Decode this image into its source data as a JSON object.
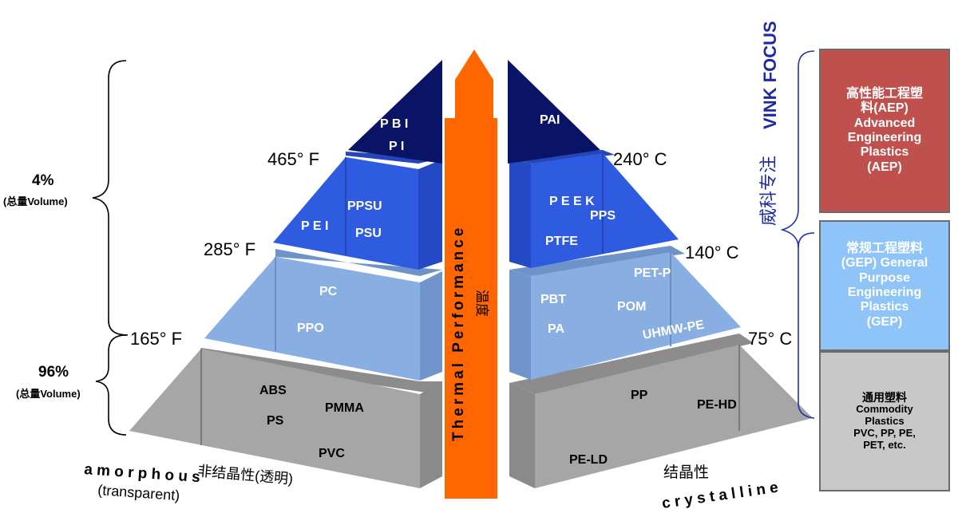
{
  "pyramid_left": {
    "tier1_labels": [
      "P B I",
      "P I"
    ],
    "tier2_labels": [
      "PPSU",
      "P E I",
      "PSU"
    ],
    "tier3_labels": [
      "PC",
      "PPO"
    ],
    "tier4_labels": [
      "ABS",
      "PMMA",
      "PS",
      "PVC"
    ]
  },
  "pyramid_right": {
    "tier1_labels": [
      "PAI"
    ],
    "tier2_labels": [
      "P E E K",
      "PPS",
      "PTFE"
    ],
    "tier3_labels": [
      "PET-P",
      "PBT",
      "POM",
      "PA",
      "UHMW-PE"
    ],
    "tier4_labels": [
      "PP",
      "PE-HD",
      "PE-LD"
    ]
  },
  "temperatures": {
    "f465": "465°  F",
    "f285": "285°  F",
    "f165": "165°  F",
    "c240": "240°  C",
    "c140": "140°  C",
    "c75": "75°  C"
  },
  "arrow": {
    "label": "Thermal  Performance",
    "label_cn": "温度"
  },
  "volume": {
    "top_pct": "4%",
    "top_note": "(总量Volume)",
    "bottom_pct": "96%",
    "bottom_note": "(总量Volume)"
  },
  "bottom_labels": {
    "amorphous": "a m o r p h o u s",
    "transparent": "(transparent)",
    "amorphous_cn": "非结晶性(透明)",
    "crystalline_cn": "结晶性",
    "crystalline": "c r y s t a l l i n e"
  },
  "vertical_title": {
    "cn": "威科专注",
    "en": "VINK FOCUS"
  },
  "boxes": {
    "aep": {
      "lines": [
        "高性能工程塑",
        "料(AEP)",
        "Advanced",
        "Engineering",
        "Plastics",
        "(AEP)"
      ]
    },
    "gep": {
      "lines": [
        "常规工程塑料",
        "(GEP) General",
        "Purpose",
        "Engineering",
        "Plastics",
        "(GEP)"
      ]
    },
    "commodity": {
      "lines": [
        "通用塑料",
        "Commodity",
        "Plastics",
        "PVC, PP, PE,",
        "PET, etc."
      ]
    }
  },
  "colors": {
    "tier1": "#0a1466",
    "tier2": "#2f5be0",
    "tier3": "#88aee2",
    "tier4": "#a6a6a6",
    "arrow": "#ff6600",
    "aep_box": "#c0504d",
    "gep_box": "#8fc4f8",
    "commodity_box": "#c8c8c8",
    "vertical_title": "#1f2a9e"
  }
}
